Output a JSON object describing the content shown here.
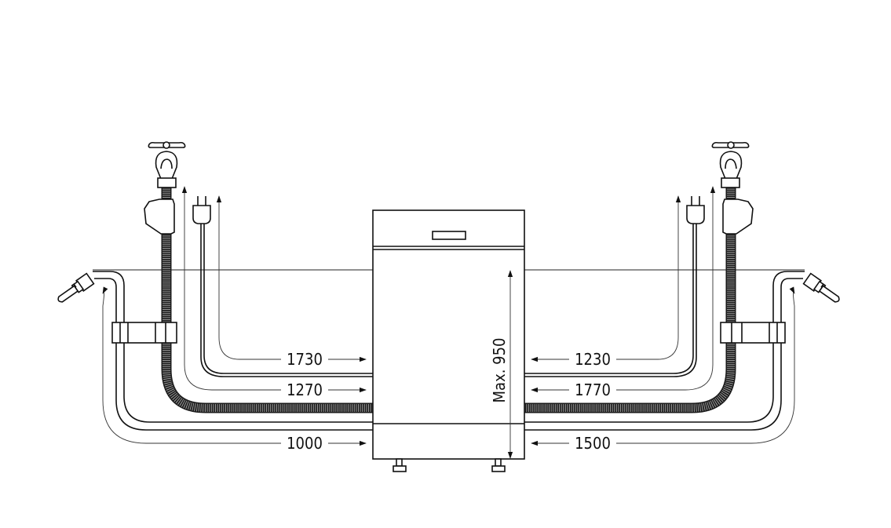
{
  "diagram": {
    "left": {
      "power_cord_length": "1730",
      "inlet_hose_length": "1270",
      "drain_hose_length": "1000"
    },
    "right": {
      "power_cord_length": "1230",
      "inlet_hose_length": "1770",
      "drain_hose_length": "1500"
    },
    "max_height_label": "Max. 950"
  }
}
